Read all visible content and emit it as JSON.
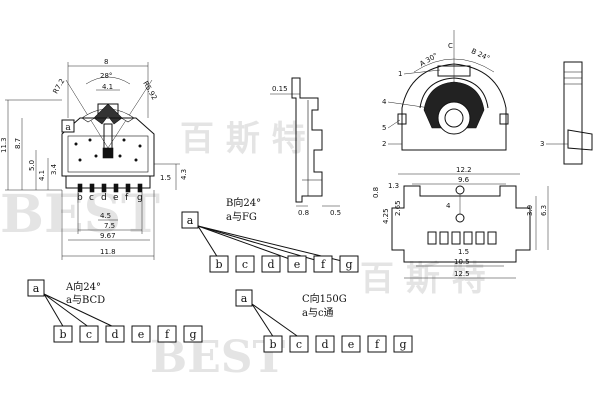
{
  "watermark": {
    "brand": "BEST",
    "chinese_1": "百 斯 特",
    "chinese_2": "百 斯 特",
    "brand_2": "BEST"
  },
  "front_view": {
    "dims": {
      "top_width": "8",
      "angle": "28°",
      "small": "4.1",
      "r1": "R7.2",
      "r2": "R5.92",
      "height_total": "11.3",
      "h2": "8.7",
      "h3": "5.0",
      "h4": "4.1",
      "h5": "3.4",
      "h6": "4.3",
      "h7": "1.5",
      "pitch": "4.5",
      "w1": "7.5",
      "w2": "9.67",
      "w3": "11.8"
    },
    "pin_labels": [
      "b",
      "c",
      "d",
      "e",
      "f",
      "g"
    ],
    "top_pin": "a"
  },
  "side_view": {
    "dims": {
      "top": "0.15",
      "d1": "0.8",
      "d2": "0.5"
    }
  },
  "rotor_view": {
    "labels": [
      "1",
      "2",
      "3",
      "4",
      "5",
      "C"
    ],
    "arc_a": "A 30°",
    "arc_b": "B 24°",
    "dims": {
      "d1": "12.2",
      "d2": "9.6",
      "d3": "1.3",
      "d4": "0.8",
      "d5": "4",
      "d6": "4.25",
      "d7": "2.65",
      "d8": "3.9",
      "d9": "6.3",
      "d10": "12.5",
      "d11": "10.5",
      "d12": "1.5"
    }
  },
  "switch_diagrams": [
    {
      "caption_1": "B向24°",
      "caption_2": "a与FG",
      "common": "a",
      "pins": [
        "b",
        "c",
        "d",
        "e",
        "f",
        "g"
      ]
    },
    {
      "caption_1": "A向24°",
      "caption_2": "a与BCD",
      "common": "a",
      "pins": [
        "b",
        "c",
        "d",
        "e",
        "f",
        "g"
      ]
    },
    {
      "caption_1": "C向150G",
      "caption_2": "a与c通",
      "common": "a",
      "pins": [
        "b",
        "c",
        "d",
        "e",
        "f",
        "g"
      ]
    }
  ]
}
